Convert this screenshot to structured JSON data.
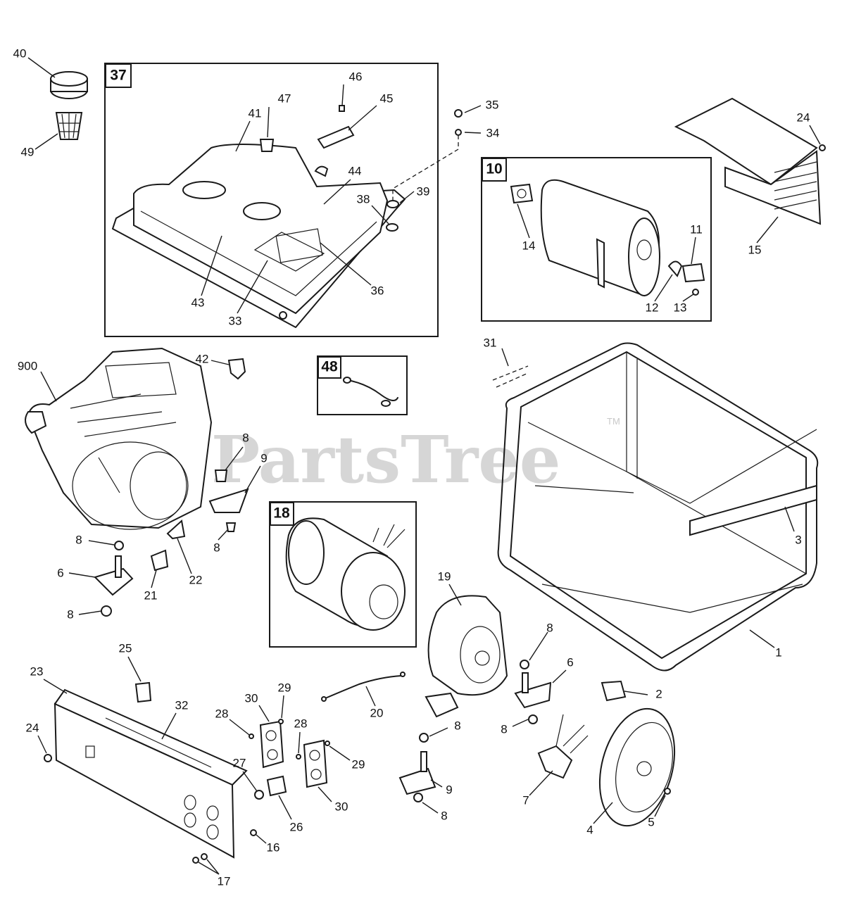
{
  "watermark": {
    "text": "PartsTree",
    "tm": "TM"
  },
  "boxes": {
    "b37": "37",
    "b10": "10",
    "b48": "48",
    "b18": "18"
  },
  "callouts": {
    "c40": "40",
    "c49": "49",
    "c47": "47",
    "c46": "46",
    "c45": "45",
    "c41": "41",
    "c44": "44",
    "c43": "43",
    "c33": "33",
    "c36": "36",
    "c35": "35",
    "c34": "34",
    "c38": "38",
    "c39": "39",
    "c14": "14",
    "c11": "11",
    "c12": "12",
    "c13": "13",
    "c24a": "24",
    "c15": "15",
    "c900": "900",
    "c42": "42",
    "c31": "31",
    "c3": "3",
    "c1": "1",
    "c8a": "8",
    "c9a": "9",
    "c8b": "8",
    "c8c": "8",
    "c6a": "6",
    "c21": "21",
    "c22": "22",
    "c8d": "8",
    "c19": "19",
    "c8e": "8",
    "c6b": "6",
    "c2": "2",
    "c8f": "8",
    "c25": "25",
    "c23": "23",
    "c32": "32",
    "c24b": "24",
    "c30a": "30",
    "c29a": "29",
    "c28a": "28",
    "c28b": "28",
    "c29b": "29",
    "c27": "27",
    "c26": "26",
    "c30b": "30",
    "c16": "16",
    "c17": "17",
    "c20": "20",
    "c8g": "8",
    "c9b": "9",
    "c8h": "8",
    "c7": "7",
    "c4": "4",
    "c5": "5"
  }
}
